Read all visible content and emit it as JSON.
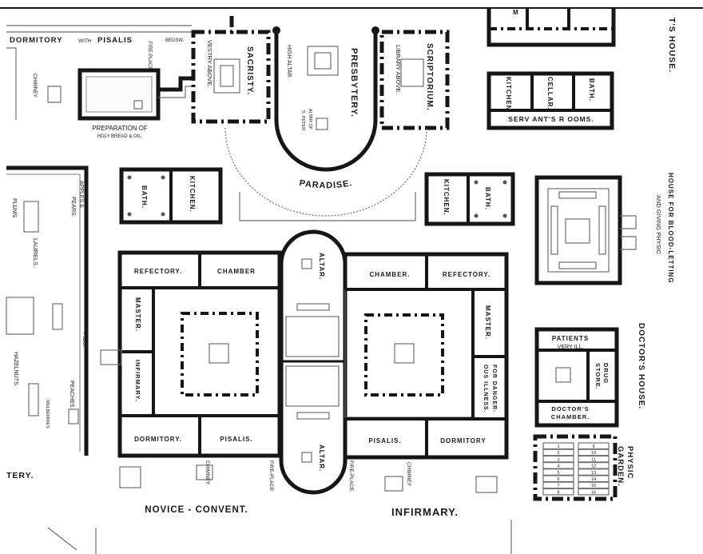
{
  "labels": {
    "dormitory_pisalis": "DORMITORY",
    "dormitory_pisalis_with": "WITH",
    "dormitory_pisalis_b": "PISALIS",
    "fireplace": "FIRE-PLACE",
    "bedsw": "BEDSW.",
    "chimney_tl": "CHIMNEY",
    "preparation": "PREPARATION OF",
    "preparation2": "HOLY BREAD & OIL.",
    "vestry": "VESTRY ABOVE.",
    "sacristy": "SACRISTY.",
    "presbytery": "PRESBYTERY.",
    "high_altar": "HIGH ALTAR.",
    "altar_st_peter_1": "ALTAR OF",
    "altar_st_peter_2": "S. PETER",
    "library": "LIBRARY ABOVE.",
    "scriptorium": "SCRIPTORIUM.",
    "paradise": "PARADISE.",
    "abbots_house": "T'S HOUSE.",
    "kitchen_r": "KITCHEN",
    "cellar": "CELLAR.",
    "bath_r": "BATH.",
    "servants_rooms": "SERV ANT'S R OOMS.",
    "bath_l": "BATH.",
    "kitchen_l": "KITCHEN.",
    "kitchen_m": "KITCHEN.",
    "bath_m": "BATH.",
    "bloodletting_1": "HOUSE FOR BLOOD-LETTING",
    "bloodletting_2": "AND GIVING PHYSIC",
    "plums": "PLUMS",
    "apples": "APPLES &",
    "pears": "PEARS.",
    "laurels": "LAURELS.",
    "figs": "FIGS.",
    "peaches": "PEACHES.",
    "hazelnuts": "HAZELNUTS.",
    "mulberries": "MULBERRIES",
    "refectory_l": "REFECTORY.",
    "chamber_l": "CHAMBER",
    "master_l": "MASTER.",
    "infirmary_room": "INFIRMARY.",
    "dormitory_l": "DORMITORY.",
    "pisalis_l": "PISALIS.",
    "altar_top": "ALTAR.",
    "altar_bottom": "ALTAR.",
    "chamber_r": "CHAMBER.",
    "refectory_r": "REFECTORY.",
    "master_r": "MASTER.",
    "dangerous_1": "FOR DANGER-",
    "dangerous_2": "OUS ILLNESS.",
    "pisalis_r": "PISALIS.",
    "dormitory_r": "DORMITORY",
    "patients_1": "PATIENTS",
    "patients_2": "VERY ILL.",
    "drug_store_1": "DRUG",
    "drug_store_2": "STORE.",
    "doctors_chamber_1": "DOCTOR'S",
    "doctors_chamber_2": "CHAMBER.",
    "doctors_house": "DOCTOR'S HOUSE.",
    "physic_garden_1": "PHYSIC",
    "physic_garden_2": "GARDEN.",
    "cemetery": "TERY.",
    "chimney_l": "CHIMNEY",
    "fireplace_l": "FIRE-PLACE",
    "fireplace_r": "FIRE-PLACE",
    "chimney_r": "CHIMNEY",
    "novice_convent": "NOVICE - CONVENT.",
    "infirmary": "INFIRMARY."
  },
  "garden_bed_numbers": [
    "1",
    "2",
    "3",
    "4",
    "5",
    "6",
    "7",
    "8",
    "9",
    "10",
    "11",
    "12",
    "13",
    "14",
    "15",
    "16"
  ]
}
